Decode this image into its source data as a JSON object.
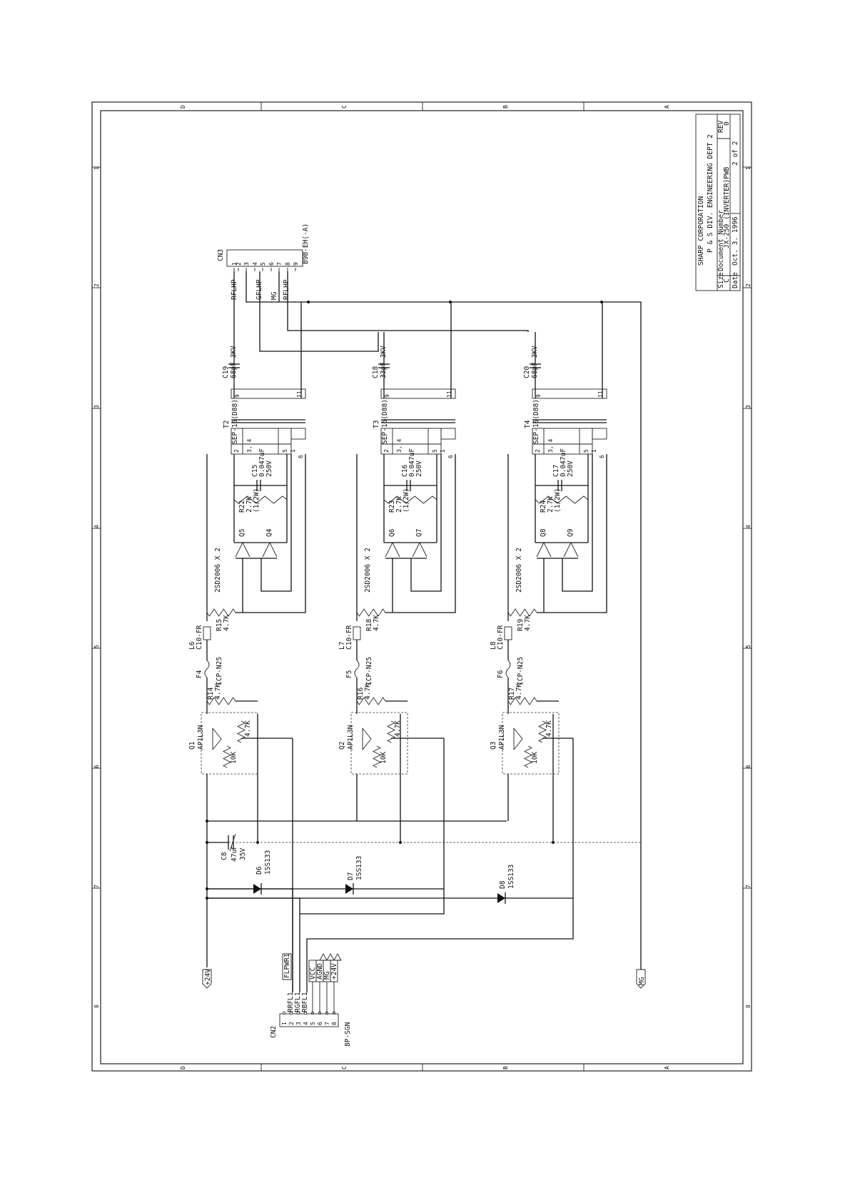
{
  "title_block": {
    "company": "SHARP CORPORATION",
    "division": "P & S DIV. ENGINEERING DEPT 2",
    "size_label": "Size",
    "size": "C",
    "docnum_label": "Document Number",
    "docnum": "JX-250 (INVERTER)PWB",
    "rev_label": "REV",
    "rev": "0",
    "date_label": "Date",
    "date": "Oct. 3. 1996",
    "sheet": "2 of 2"
  },
  "zones": {
    "letters": [
      "D",
      "C",
      "B",
      "A"
    ],
    "numbers": [
      "1",
      "2",
      "3",
      "4",
      "5",
      "6",
      "7",
      "8"
    ]
  },
  "connectors": {
    "cn3": {
      "ref": "CN3",
      "part": "B9B-EH(-A)",
      "pins": [
        "1",
        "2",
        "3",
        "4",
        "5",
        "6",
        "7",
        "8",
        "9"
      ]
    },
    "cn2": {
      "ref": "CN2",
      "part": "8P-SGN",
      "pins": [
        "1",
        "2",
        "3",
        "4",
        "5",
        "6",
        "7",
        "8"
      ],
      "signals": [
        "RRFL1",
        "RGFL1",
        "RBFL1",
        "VCC",
        "AGND",
        "MG",
        "+24V"
      ]
    }
  },
  "cn3_nets": [
    "RFLHP",
    "GFLHP",
    "MG",
    "RFLHP"
  ],
  "ports": {
    "p24v": "+24V",
    "flpwr": "FLPWR1",
    "mg": "MG",
    "vcc": "VCC",
    "agnd": "AGND",
    "mg2": "MG",
    "p24v2": "+24V"
  },
  "stages": [
    {
      "hv_cap": "C19",
      "hv_val": "68pF 3KV",
      "trans": "T2",
      "trans_part": "SEP-16(D88)",
      "res_cap": "C15",
      "res_val": "0.047uF",
      "res_v": "250V",
      "r_base": "R22",
      "r_base_val": "2.7K",
      "r_base_w": "(1/2W)",
      "qa": "Q5",
      "qb": "Q4",
      "pair": "2SD2006 X 2",
      "r_bias": "R15",
      "r_bias_val": "4.7K",
      "coil": "L6",
      "coil_part": "C10-FR",
      "fuse": "F4",
      "fuse_part": "ICP-N25",
      "r_in": "R14",
      "r_in_val": "4.7K",
      "drv": "Q1",
      "drv_part": "AP1L3N",
      "drv_r1": "4.7K",
      "drv_r2": "10K"
    },
    {
      "hv_cap": "C18",
      "hv_val": "33pF 3KV",
      "trans": "T3",
      "trans_part": "SEP-16(D88)",
      "res_cap": "C16",
      "res_val": "0.047uF",
      "res_v": "250V",
      "r_base": "R23",
      "r_base_val": "2.7K",
      "r_base_w": "(1/2W)",
      "qa": "Q6",
      "qb": "Q7",
      "pair": "2SD2006 X 2",
      "r_bias": "R18",
      "r_bias_val": "4.7K",
      "coil": "L7",
      "coil_part": "C10-FR",
      "fuse": "F5",
      "fuse_part": "ICP-N25",
      "r_in": "R16",
      "r_in_val": "4.7K",
      "drv": "Q2",
      "drv_part": "AP1L3N",
      "drv_r1": "4.7K",
      "drv_r2": "10K"
    },
    {
      "hv_cap": "C20",
      "hv_val": "68pF 3KV",
      "trans": "T4",
      "trans_part": "SEP-16(D88)",
      "res_cap": "C17",
      "res_val": "0.047uF",
      "res_v": "250V",
      "r_base": "R24",
      "r_base_val": "2.7K",
      "r_base_w": "(1/2W)",
      "qa": "Q8",
      "qb": "Q9",
      "pair": "2SD2006 X 2",
      "r_bias": "R19",
      "r_bias_val": "4.7K",
      "coil": "L8",
      "coil_part": "C10-FR",
      "fuse": "F6",
      "fuse_part": "ICP-N25",
      "r_in": "R17",
      "r_in_val": "4.7K",
      "drv": "Q3",
      "drv_part": "AP1L3N",
      "drv_r1": "4.7K",
      "drv_r2": "10K"
    }
  ],
  "trans_pins": [
    "2",
    "3, 4",
    "5",
    "1",
    "6",
    "9",
    "11"
  ],
  "bulk_cap": {
    "ref": "C8",
    "val": "47uF",
    "v": "35V"
  },
  "diodes": [
    {
      "ref": "D6",
      "part": "1SS133"
    },
    {
      "ref": "D7",
      "part": "1SS133"
    },
    {
      "ref": "D8",
      "part": "1SS133"
    }
  ]
}
